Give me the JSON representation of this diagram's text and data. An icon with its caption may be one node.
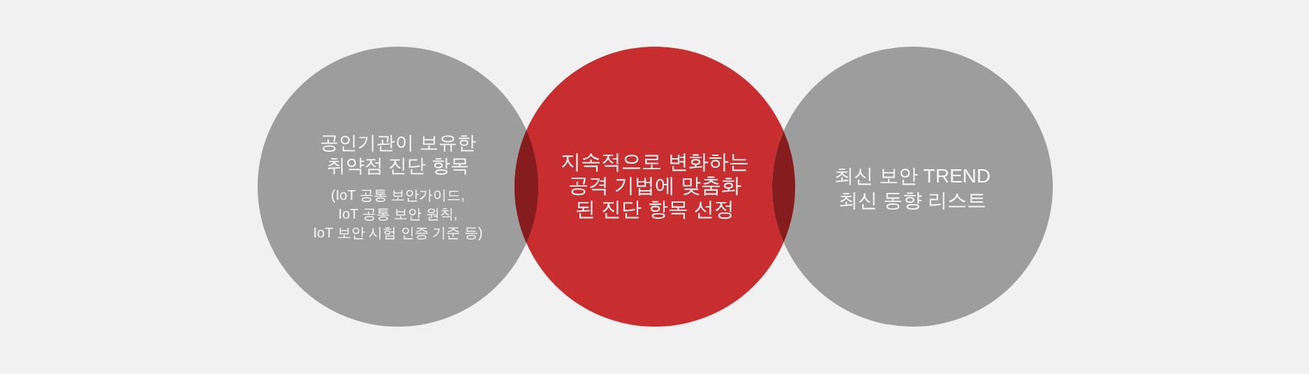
{
  "diagram": {
    "nodes": [
      {
        "text": [
          "공인기관이 보유한 취약점 진단 항목",
          "(IoT 공통 보안가이드, IoT 공통 보안 원칙, IoT 보안 시험 인증 기준 등)"
        ]
      },
      {
        "text": [
          "지속적으로 변화하는 공격 기법에 맞춤화 된 진단 항목 선정"
        ]
      },
      {
        "text": [
          "최신 보안 TREND 최신 동향 리스트"
        ]
      }
    ]
  }
}
